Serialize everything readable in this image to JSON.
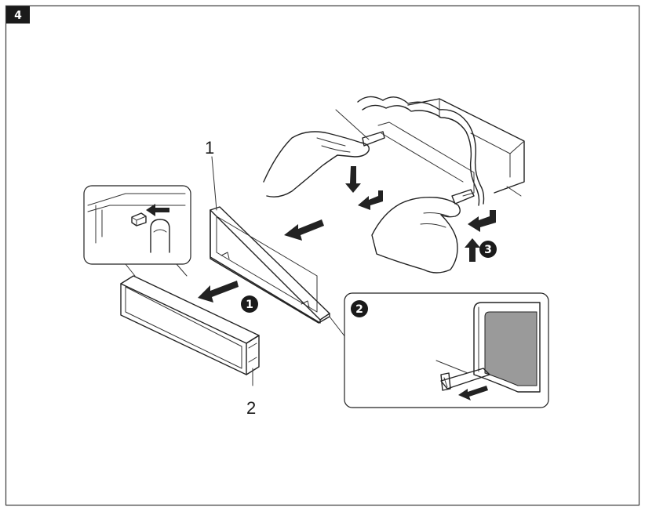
{
  "step_badge": "4",
  "parts": {
    "frame_label": "1",
    "faceplate_label": "2"
  },
  "steps": {
    "step1": "1",
    "step2": "2",
    "step3": "3"
  },
  "colors": {
    "ink": "#222222",
    "badge_bg": "#1a1a1a",
    "border": "#3a3a3a",
    "panel_gray": "#9a9a9a"
  }
}
